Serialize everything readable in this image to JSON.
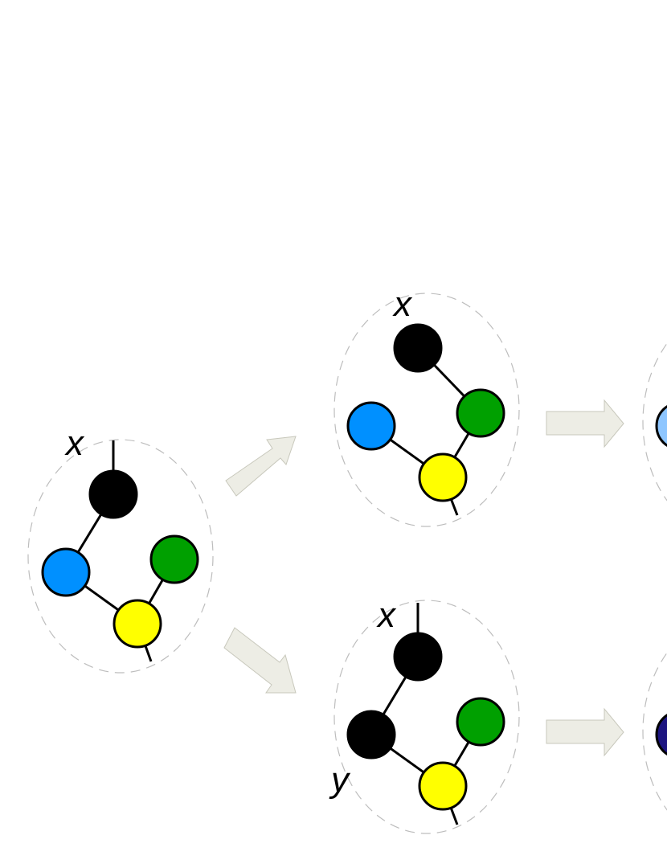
{
  "colors": {
    "black": "#000000",
    "blue": "#0090ff",
    "light_blue": "#8ec6ff",
    "green": "#00a000",
    "yellow": "#ffff00",
    "navy": "#1c1480",
    "arrow_fill": "#ededE5",
    "arrow_stroke": "#c8c8bc",
    "dashed_outline": "#bdbdbd"
  },
  "labels": {
    "left_top_x": "x",
    "mid_top_x": "x",
    "mid_bottom_x": "x",
    "mid_bottom_y": "y"
  },
  "nodes": {
    "left": [
      "black",
      "blue",
      "green",
      "yellow"
    ],
    "mid_top": [
      "black",
      "blue",
      "green",
      "yellow"
    ],
    "mid_bottom": [
      "black",
      "black",
      "green",
      "yellow"
    ],
    "right_top_partial": [
      "light_blue"
    ],
    "right_bottom_partial": [
      "navy"
    ]
  }
}
